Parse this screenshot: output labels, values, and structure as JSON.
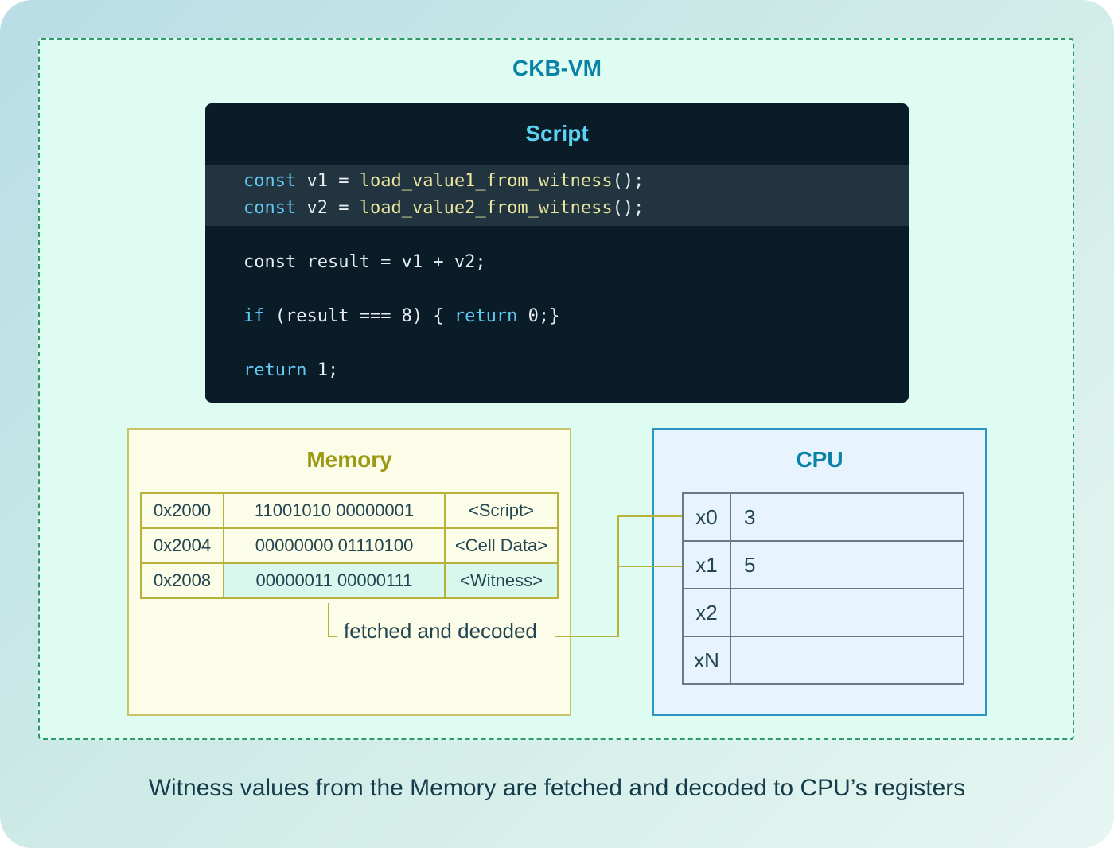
{
  "vm": {
    "title": "CKB-VM"
  },
  "script": {
    "title": "Script",
    "lines": {
      "l1": {
        "kw": "const",
        "mid": " v1 = ",
        "fn": "load_value1_from_witness",
        "end": "();"
      },
      "l2": {
        "kw": "const",
        "mid": " v2 = ",
        "fn": "load_value2_from_witness",
        "end": "();"
      },
      "l3": {
        "text": "const result = v1 + v2;"
      },
      "l4": {
        "kw1": "if",
        "mid": " (result === 8) { ",
        "kw2": "return",
        "end": " 0;}"
      },
      "l5": {
        "kw": "return",
        "end": " 1;"
      }
    }
  },
  "memory": {
    "title": "Memory",
    "rows": [
      {
        "addr": "0x2000",
        "bits": "11001010 00000001",
        "label": "<Script>"
      },
      {
        "addr": "0x2004",
        "bits": "00000000 01110100",
        "label": "<Cell Data>"
      },
      {
        "addr": "0x2008",
        "bits": "00000011 00000111",
        "label": "<Witness>"
      }
    ]
  },
  "fetch_label": "fetched and decoded",
  "cpu": {
    "title": "CPU",
    "registers": [
      {
        "name": "x0",
        "value": "3"
      },
      {
        "name": "x1",
        "value": "5"
      },
      {
        "name": "x2",
        "value": ""
      },
      {
        "name": "xN",
        "value": ""
      }
    ]
  },
  "caption": "Witness values from the Memory are fetched and decoded to CPU’s registers",
  "colors": {
    "accent_blue": "#0a82a8",
    "script_bg": "#0a1c27",
    "memory_title": "#9c9a14",
    "connector": "#b5b33a"
  }
}
